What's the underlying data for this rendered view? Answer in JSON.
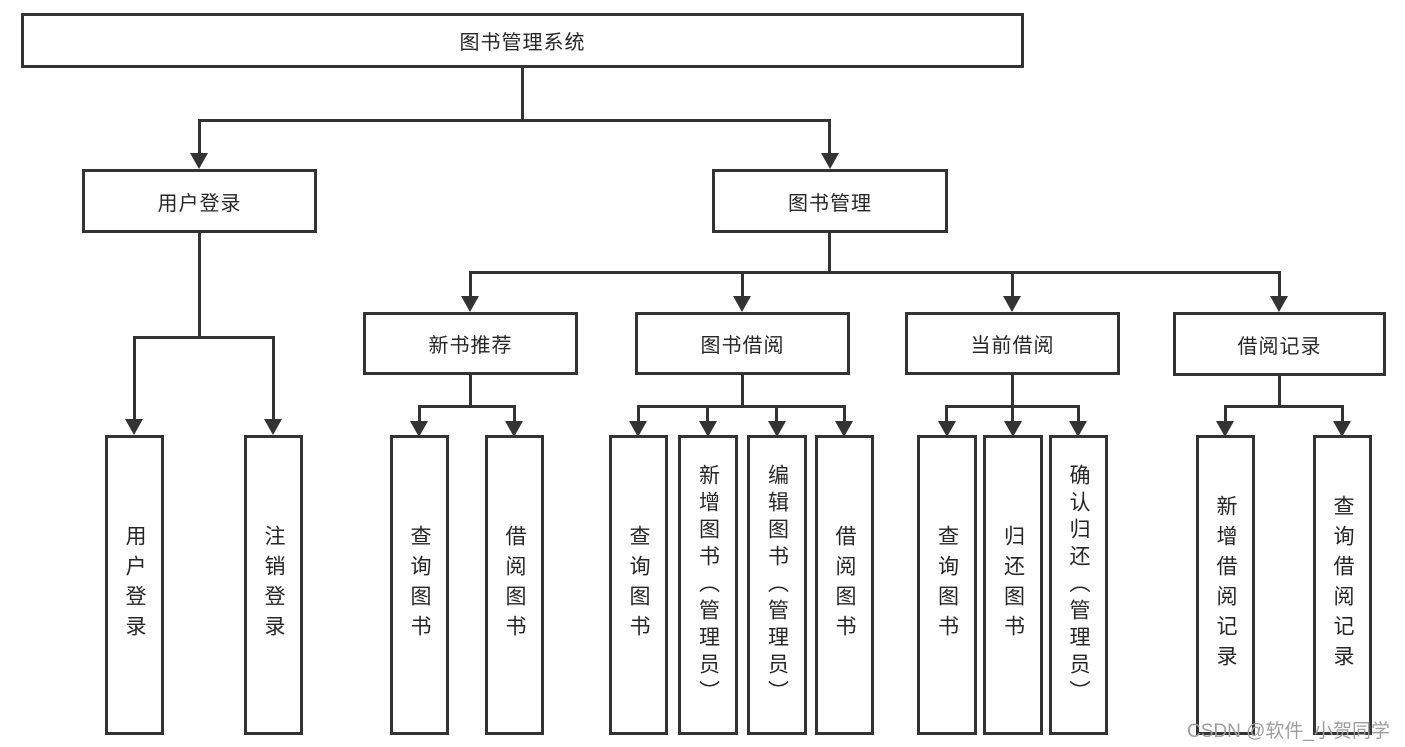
{
  "colors": {
    "line": "#333333",
    "box_background": "#ffffff",
    "text": "#262626",
    "watermark_text": "#9e9e9e"
  },
  "diagram": {
    "root": "图书管理系统",
    "user_login": {
      "label": "用户登录",
      "children": [
        "用户登录",
        "注销登录"
      ]
    },
    "book_mgmt": {
      "label": "图书管理",
      "sections": [
        {
          "label": "新书推荐",
          "children": [
            "查询图书",
            "借阅图书"
          ]
        },
        {
          "label": "图书借阅",
          "children": [
            "查询图书",
            "新增图书（管理员）",
            "编辑图书（管理员）",
            "借阅图书"
          ]
        },
        {
          "label": "当前借阅",
          "children": [
            "查询图书",
            "归还图书",
            "确认归还（管理员）"
          ]
        },
        {
          "label": "借阅记录",
          "children": [
            "新增借阅记录",
            "查询借阅记录"
          ]
        }
      ]
    }
  },
  "watermark": "CSDN @软件_小贺同学"
}
